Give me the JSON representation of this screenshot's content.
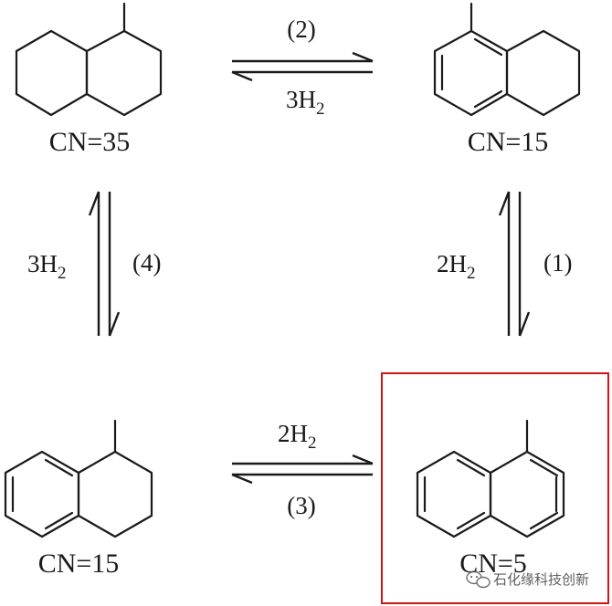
{
  "compounds": {
    "top_left": {
      "cn": "CN=35"
    },
    "top_right": {
      "cn": "CN=15"
    },
    "bottom_left": {
      "cn": "CN=15"
    },
    "bottom_right": {
      "cn": "CN=5"
    }
  },
  "reactions": {
    "r2": {
      "label": "(2)",
      "reagent": "3H",
      "sub": "2"
    },
    "r4": {
      "label": "(4)",
      "reagent": "3H",
      "sub": "2"
    },
    "r1": {
      "label": "(1)",
      "reagent": "2H",
      "sub": "2"
    },
    "r3": {
      "label": "(3)",
      "reagent": "2H",
      "sub": "2"
    }
  },
  "highlight_color": "#d0121b",
  "watermark": {
    "text": "石化缘科技创新",
    "icon": "wechat-icon"
  }
}
